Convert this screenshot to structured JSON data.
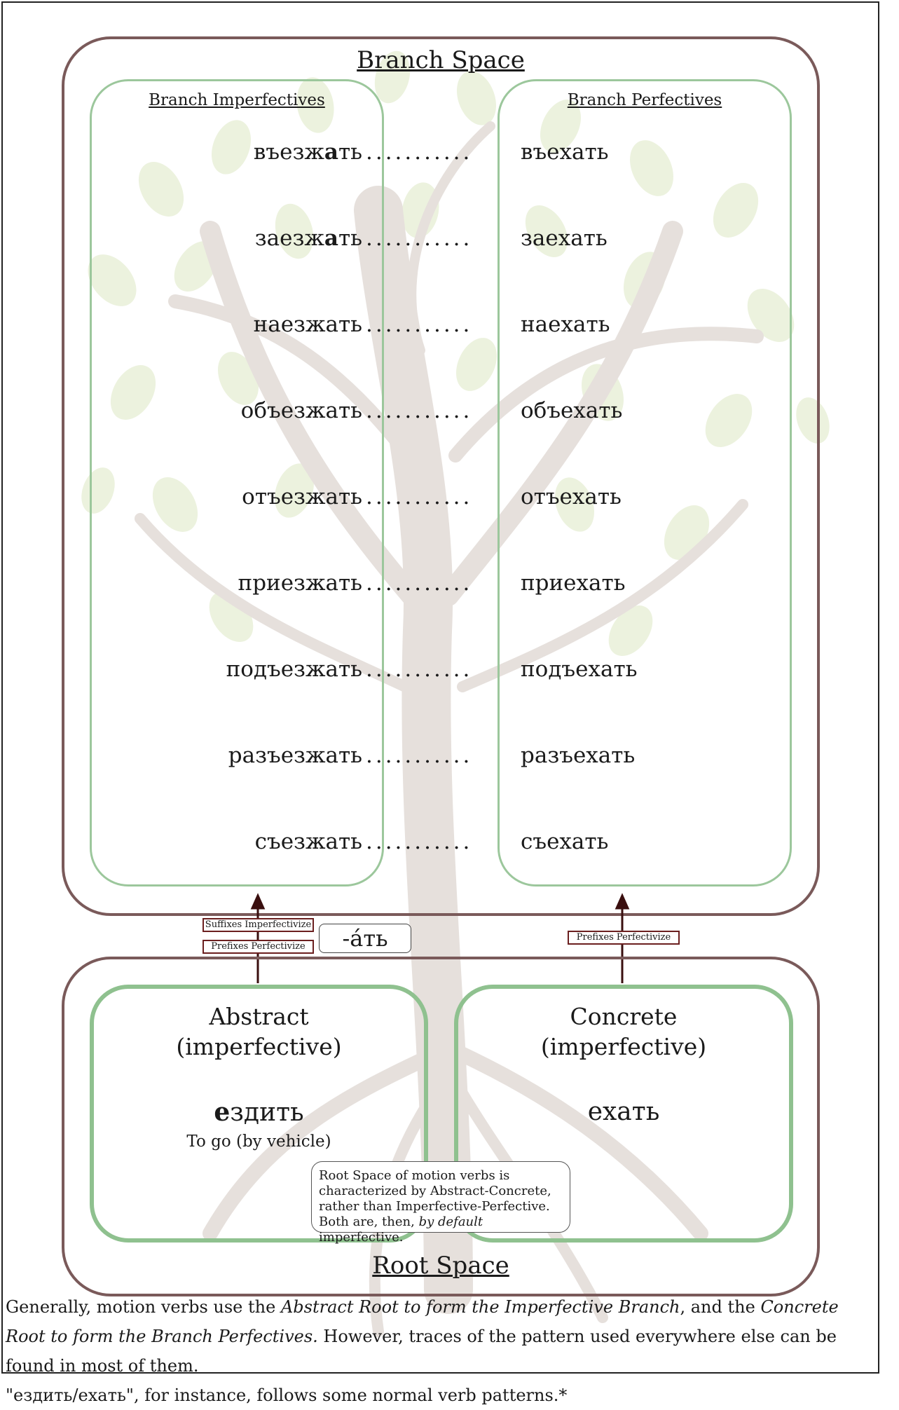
{
  "branch_space": {
    "title": "Branch Space",
    "imperfectives_title": "Branch Imperfectives",
    "perfectives_title": "Branch Perfectives",
    "pairs": [
      {
        "imp_pre": "въезж",
        "imp_bold": "а",
        "imp_post": "ть",
        "perf": "въехать"
      },
      {
        "imp_pre": "заезж",
        "imp_bold": "а",
        "imp_post": "ть",
        "perf": "заехать"
      },
      {
        "imp_pre": "наезжать",
        "imp_bold": "",
        "imp_post": "",
        "perf": "наехать"
      },
      {
        "imp_pre": "объезжать",
        "imp_bold": "",
        "imp_post": "",
        "perf": "объехать"
      },
      {
        "imp_pre": "отъезжать",
        "imp_bold": "",
        "imp_post": "",
        "perf": "отъехать"
      },
      {
        "imp_pre": "приезжать",
        "imp_bold": "",
        "imp_post": "",
        "perf": "приехать"
      },
      {
        "imp_pre": "подъезжать",
        "imp_bold": "",
        "imp_post": "",
        "perf": "подъехать"
      },
      {
        "imp_pre": "разъезжать",
        "imp_bold": "",
        "imp_post": "",
        "perf": "разъехать"
      },
      {
        "imp_pre": "съезжать",
        "imp_bold": "",
        "imp_post": "",
        "perf": "съехать"
      }
    ],
    "dots": "..........."
  },
  "connectors": {
    "left_tag_top": "Suffixes Imperfectivize",
    "left_tag_bottom": "Prefixes Perfectivize",
    "suffix": "-а́ть",
    "right_tag": "Prefixes Perfectivize"
  },
  "root_space": {
    "title": "Root Space",
    "abstract": {
      "line1": "Abstract",
      "line2": "(imperfective)",
      "verb_bold": "е",
      "verb_rest": "здить",
      "gloss": "To go (by vehicle)"
    },
    "concrete": {
      "line1": "Concrete",
      "line2": "(imperfective)",
      "verb": "ехать"
    },
    "note": {
      "line1": "Root Space of motion verbs is",
      "line2": "characterized by Abstract-Concrete,",
      "line3": "rather than Imperfective-Perfective.",
      "line4_pre": "Both are, then, ",
      "line4_em": "by default",
      "line4_post": " imperfective."
    }
  },
  "footer": {
    "p1": "Generally, motion verbs use the ",
    "p1_em": "Abstract Root to form the Imperfective Branch",
    "p2": ", and the ",
    "p2_em": "Concrete Root to form the Branch Perfectives.",
    "p3": " However, traces of the pattern used everywhere else can be found in most of them.",
    "p4": "\"ездить/ехать\", for instance, follows some normal verb patterns.*"
  },
  "colors": {
    "outer_border": "#7a5a5a",
    "column_border": "#9cc79c",
    "arrow": "#3a0f0f",
    "tag_border": "#6b1f1f"
  }
}
